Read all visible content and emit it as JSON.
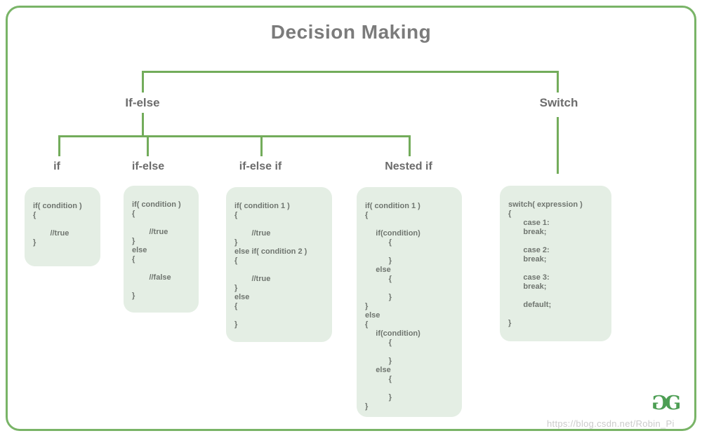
{
  "title": "Decision Making",
  "tree": {
    "level1": [
      {
        "label": "If-else"
      },
      {
        "label": "Switch"
      }
    ],
    "level2": [
      {
        "label": "if"
      },
      {
        "label": "if-else"
      },
      {
        "label": "if-else if"
      },
      {
        "label": "Nested if"
      }
    ]
  },
  "boxes": [
    {
      "name": "if",
      "code": "if( condition )\n{\n\n        //true\n}"
    },
    {
      "name": "if-else",
      "code": "if( condition )\n{\n\n        //true\n}\nelse\n{\n\n        //false\n\n}"
    },
    {
      "name": "if-else-if",
      "code": "if( condition 1 )\n{\n\n        //true\n}\nelse if( condition 2 )\n{\n\n        //true\n}\nelse\n{\n\n}"
    },
    {
      "name": "nested-if",
      "code": "if( condition 1 )\n{\n\n     if(condition)\n           {\n\n           }\n     else\n           {\n\n           }\n}\nelse\n{\n     if(condition)\n           {\n\n           }\n     else\n           {\n\n           }\n}"
    },
    {
      "name": "switch",
      "code": "switch( expression )\n{\n       case 1:\n       break;\n\n       case 2:\n       break;\n\n       case 3:\n       break;\n\n       default;\n\n}"
    }
  ],
  "logo": {
    "letter": "G"
  },
  "watermark": "https://blog.csdn.net/Robin_Pi",
  "colors": {
    "line_green": "#73ac5b",
    "border_green": "#79b467",
    "box_fill": "#e4eee4",
    "code_text": "#6f756f",
    "title_gray": "#7b7b7b",
    "label_gray": "#6c6c6c",
    "logo_green": "#4d9e54",
    "watermark_gray": "#bebebe"
  }
}
